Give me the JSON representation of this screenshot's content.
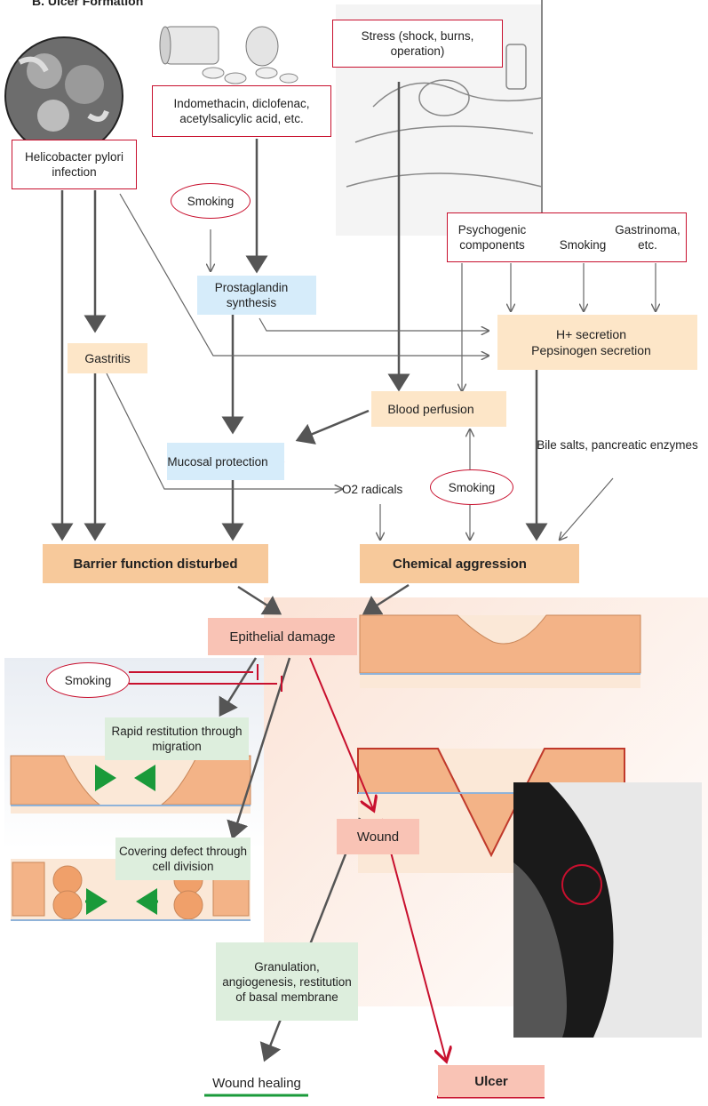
{
  "title": "B. Ulcer Formation",
  "nodes": {
    "helicobacter": "Helicobacter pylori infection",
    "nsaids": "Indomethacin, diclofenac, acetylsalicylic acid, etc.",
    "stress": "Stress (shock, burns, operation)",
    "smoking1": "Smoking",
    "prostaglandin": "Prostaglandin synthesis",
    "psychogenic": "Psychogenic components",
    "smoking2": "Smoking",
    "gastrinoma": "Gastrinoma, etc.",
    "h_secretion": "H+ secretion",
    "pepsinogen": "Pepsinogen secretion",
    "gastritis": "Gastritis",
    "blood_perfusion": "Blood perfusion",
    "mucosal": "Mucosal protection",
    "bile": "Bile salts, pancreatic enzymes",
    "o2": "O2 radicals",
    "smoking3": "Smoking",
    "barrier": "Barrier function disturbed",
    "chemical": "Chemical aggression",
    "epithelial": "Epithelial damage",
    "smoking4": "Smoking",
    "restitution": "Rapid restitution through migration",
    "covering": "Covering defect through cell division",
    "wound": "Wound",
    "granulation": "Granulation, angiogenesis, restitution of basal membrane",
    "wound_healing": "Wound healing",
    "ulcer": "Ulcer"
  },
  "colors": {
    "red": "#c8102e",
    "grey_arrow": "#555555",
    "green_arrow": "#1a9a3a",
    "orange_box": "#f7c99b",
    "peach_box": "#fde6c8",
    "blue_box": "#d6ecfa",
    "green_box": "#ddeedd",
    "salmon_box": "#f9c3b5"
  }
}
